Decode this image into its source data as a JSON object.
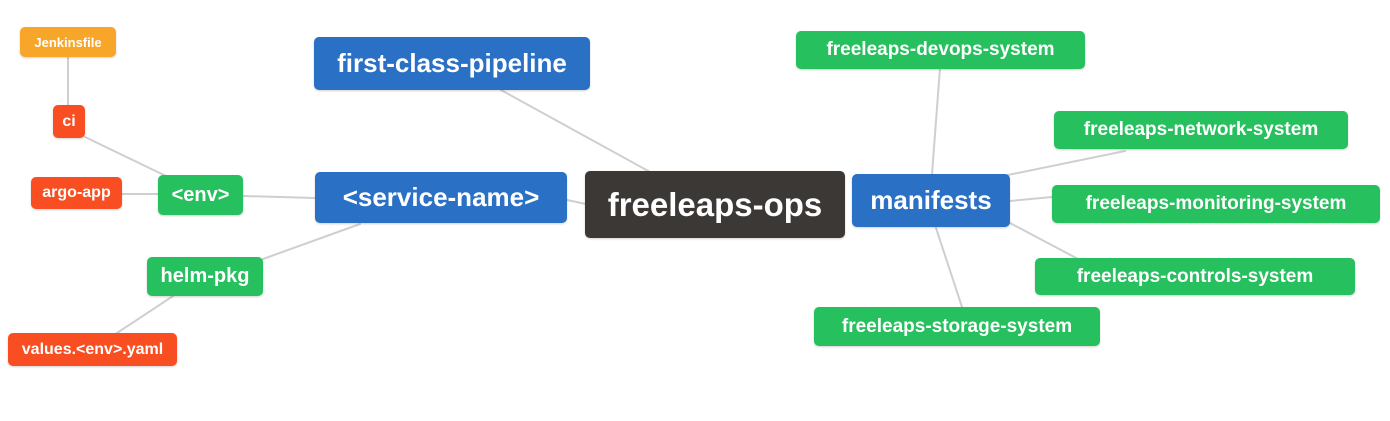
{
  "diagram": {
    "type": "mindmap",
    "root": "freeleaps-ops",
    "colors": {
      "root_node": "#3c3836",
      "level1_node": "#2a70c4",
      "level2_node": "#27c05e",
      "level3_node": "#f84e21",
      "level4_node": "#f8a62a",
      "edge": "#cfcfcf",
      "text": "#ffffff",
      "background": "#ffffff"
    },
    "nodes": {
      "root": {
        "label": "freeleaps-ops"
      },
      "fcp": {
        "label": "first-class-pipeline"
      },
      "service": {
        "label": "<service-name>"
      },
      "manifests": {
        "label": "manifests"
      },
      "env": {
        "label": "<env>"
      },
      "helm_pkg": {
        "label": "helm-pkg"
      },
      "ci": {
        "label": "ci"
      },
      "argo_app": {
        "label": "argo-app"
      },
      "jenkinsfile": {
        "label": "Jenkinsfile"
      },
      "values_yaml": {
        "label": "values.<env>.yaml"
      },
      "devops": {
        "label": "freeleaps-devops-system"
      },
      "network": {
        "label": "freeleaps-network-system"
      },
      "monitoring": {
        "label": "freeleaps-monitoring-system"
      },
      "controls": {
        "label": "freeleaps-controls-system"
      },
      "storage": {
        "label": "freeleaps-storage-system"
      }
    },
    "edges": [
      [
        "jenkinsfile",
        "ci"
      ],
      [
        "ci",
        "env"
      ],
      [
        "argo_app",
        "env"
      ],
      [
        "env",
        "service"
      ],
      [
        "service",
        "root"
      ],
      [
        "fcp",
        "root"
      ],
      [
        "service",
        "helm_pkg"
      ],
      [
        "helm_pkg",
        "values_yaml"
      ],
      [
        "devops",
        "manifests"
      ],
      [
        "manifests",
        "network"
      ],
      [
        "manifests",
        "monitoring"
      ],
      [
        "manifests",
        "controls"
      ],
      [
        "manifests",
        "storage"
      ]
    ]
  }
}
